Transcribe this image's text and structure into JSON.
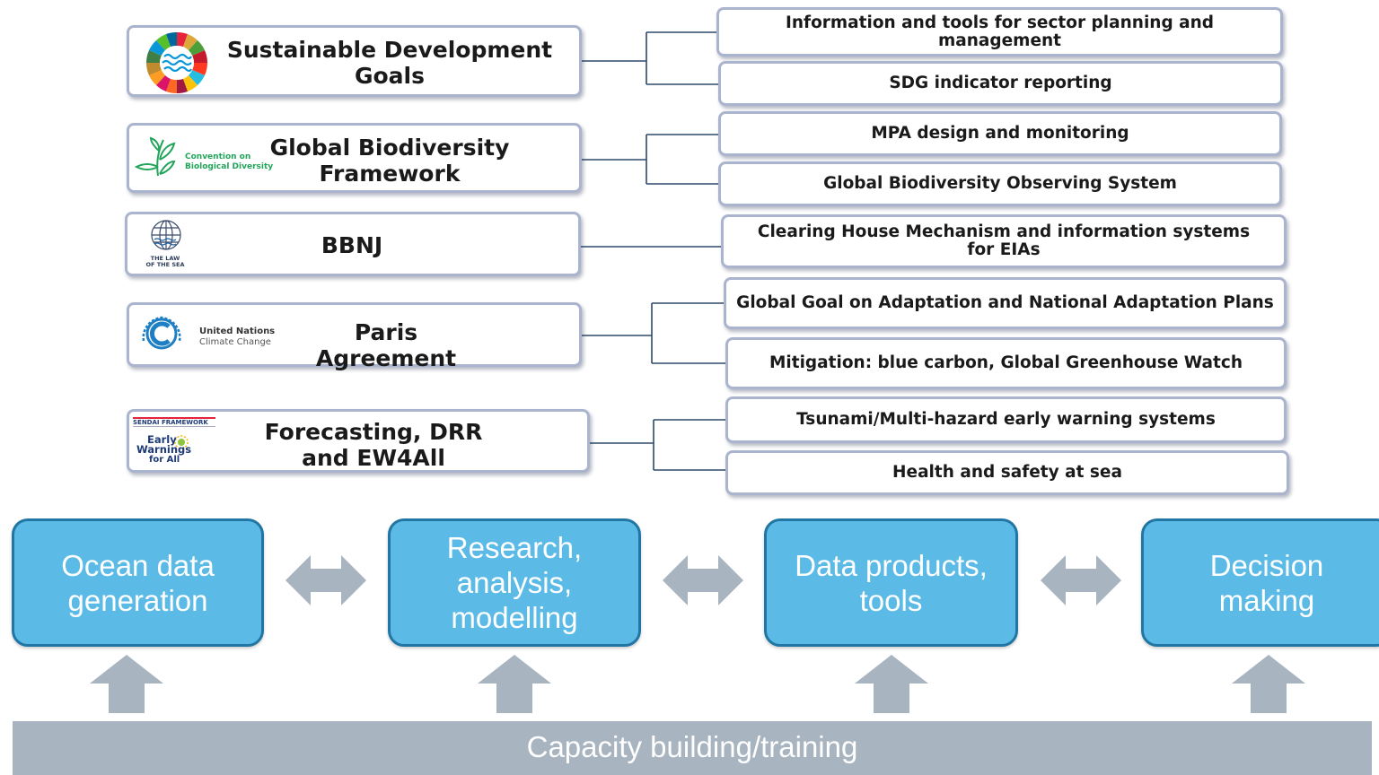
{
  "frameworks": [
    {
      "title_line1": "Sustainable Development",
      "title_line2": "Goals",
      "logo": "sdg-wheel-icon",
      "outputs": [
        "Information and tools for sector planning and management",
        "SDG indicator reporting"
      ]
    },
    {
      "title_line1": "Global Biodiversity",
      "title_line2": "Framework",
      "logo": "cbd-logo",
      "logo_text_line1": "Convention on",
      "logo_text_line2": "Biological Diversity",
      "outputs": [
        "MPA design and monitoring",
        "Global Biodiversity Observing System"
      ]
    },
    {
      "title_line1": "BBNJ",
      "title_line2": "",
      "logo": "law-of-the-sea-logo",
      "logo_text_line1": "THE LAW",
      "logo_text_line2": "OF THE SEA",
      "outputs": [
        "Clearing House Mechanism and information systems for EIAs"
      ]
    },
    {
      "title_line1": "Paris Agreement",
      "title_line2": "",
      "logo": "unfccc-logo",
      "logo_text_line1": "United Nations",
      "logo_text_line2": "Climate Change",
      "outputs": [
        "Global Goal on Adaptation and National Adaptation Plans",
        "Mitigation: blue carbon, Global Greenhouse Watch"
      ]
    },
    {
      "title_line1": "Forecasting, DRR",
      "title_line2": "and EW4All",
      "logo": "sendai-ew4all-logo",
      "logo_text_line1": "SENDAI FRAMEWORK",
      "logo_text_line2": "Early",
      "logo_text_line3": "Warnings",
      "logo_text_line4": "for All",
      "outputs": [
        "Tsunami/Multi-hazard early warning systems",
        "Health and safety at sea"
      ]
    }
  ],
  "flow": [
    "Ocean data\ngeneration",
    "Research,\nanalysis,\nmodelling",
    "Data products,\ntools",
    "Decision\nmaking"
  ],
  "capacity_label": "Capacity building/training",
  "colors": {
    "flow_fill": "#5cbbe6",
    "flow_border": "#2176a4",
    "arrow": "#a8b4c0",
    "box_border": "#aab4cf",
    "connector": "#2e4a6b"
  }
}
